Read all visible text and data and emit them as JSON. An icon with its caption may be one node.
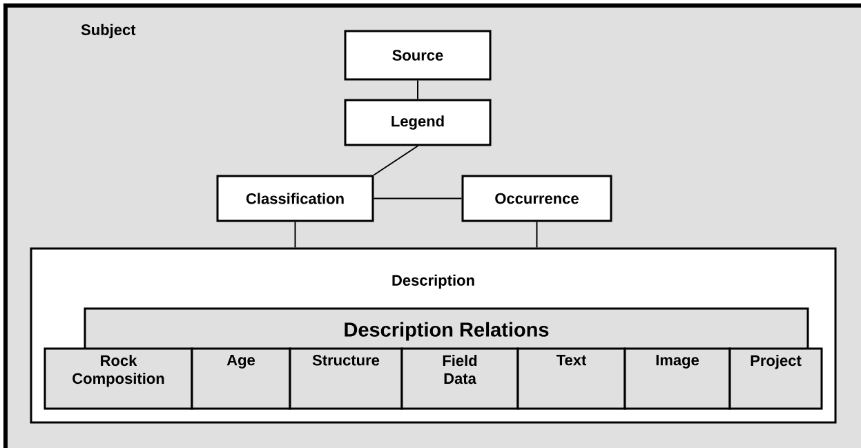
{
  "diagram": {
    "nodes": [
      {
        "text": [
          "Subject"
        ]
      },
      {
        "text": [
          "Source"
        ],
        "in": 0
      },
      {
        "text": [
          "Legend"
        ],
        "in": 0
      },
      {
        "text": [
          "Classification"
        ],
        "in": 0
      },
      {
        "text": [
          "Occurrence"
        ],
        "in": 0
      },
      {
        "text": [
          "Description"
        ],
        "in": 0
      },
      {
        "text": [
          "Description Relations"
        ],
        "in": 5
      },
      {
        "text": [
          "Rock Composition"
        ],
        "in": 5
      },
      {
        "text": [
          "Age"
        ],
        "in": 5
      },
      {
        "text": [
          "Structure"
        ],
        "in": 5
      },
      {
        "text": [
          "Field Data"
        ],
        "in": 5
      },
      {
        "text": [
          "Text"
        ],
        "in": 5
      },
      {
        "text": [
          "Image"
        ],
        "in": 5
      },
      {
        "text": [
          "Project"
        ],
        "in": 5
      }
    ],
    "edges": [
      {
        "from": 1,
        "to": 2,
        "arrow": "none"
      },
      {
        "from": 2,
        "to": 3,
        "arrow": "none"
      },
      {
        "from": 3,
        "to": 4,
        "arrow": "none"
      },
      {
        "from": 3,
        "to": 5,
        "arrow": "none"
      },
      {
        "from": 4,
        "to": 5,
        "arrow": "none"
      }
    ]
  }
}
